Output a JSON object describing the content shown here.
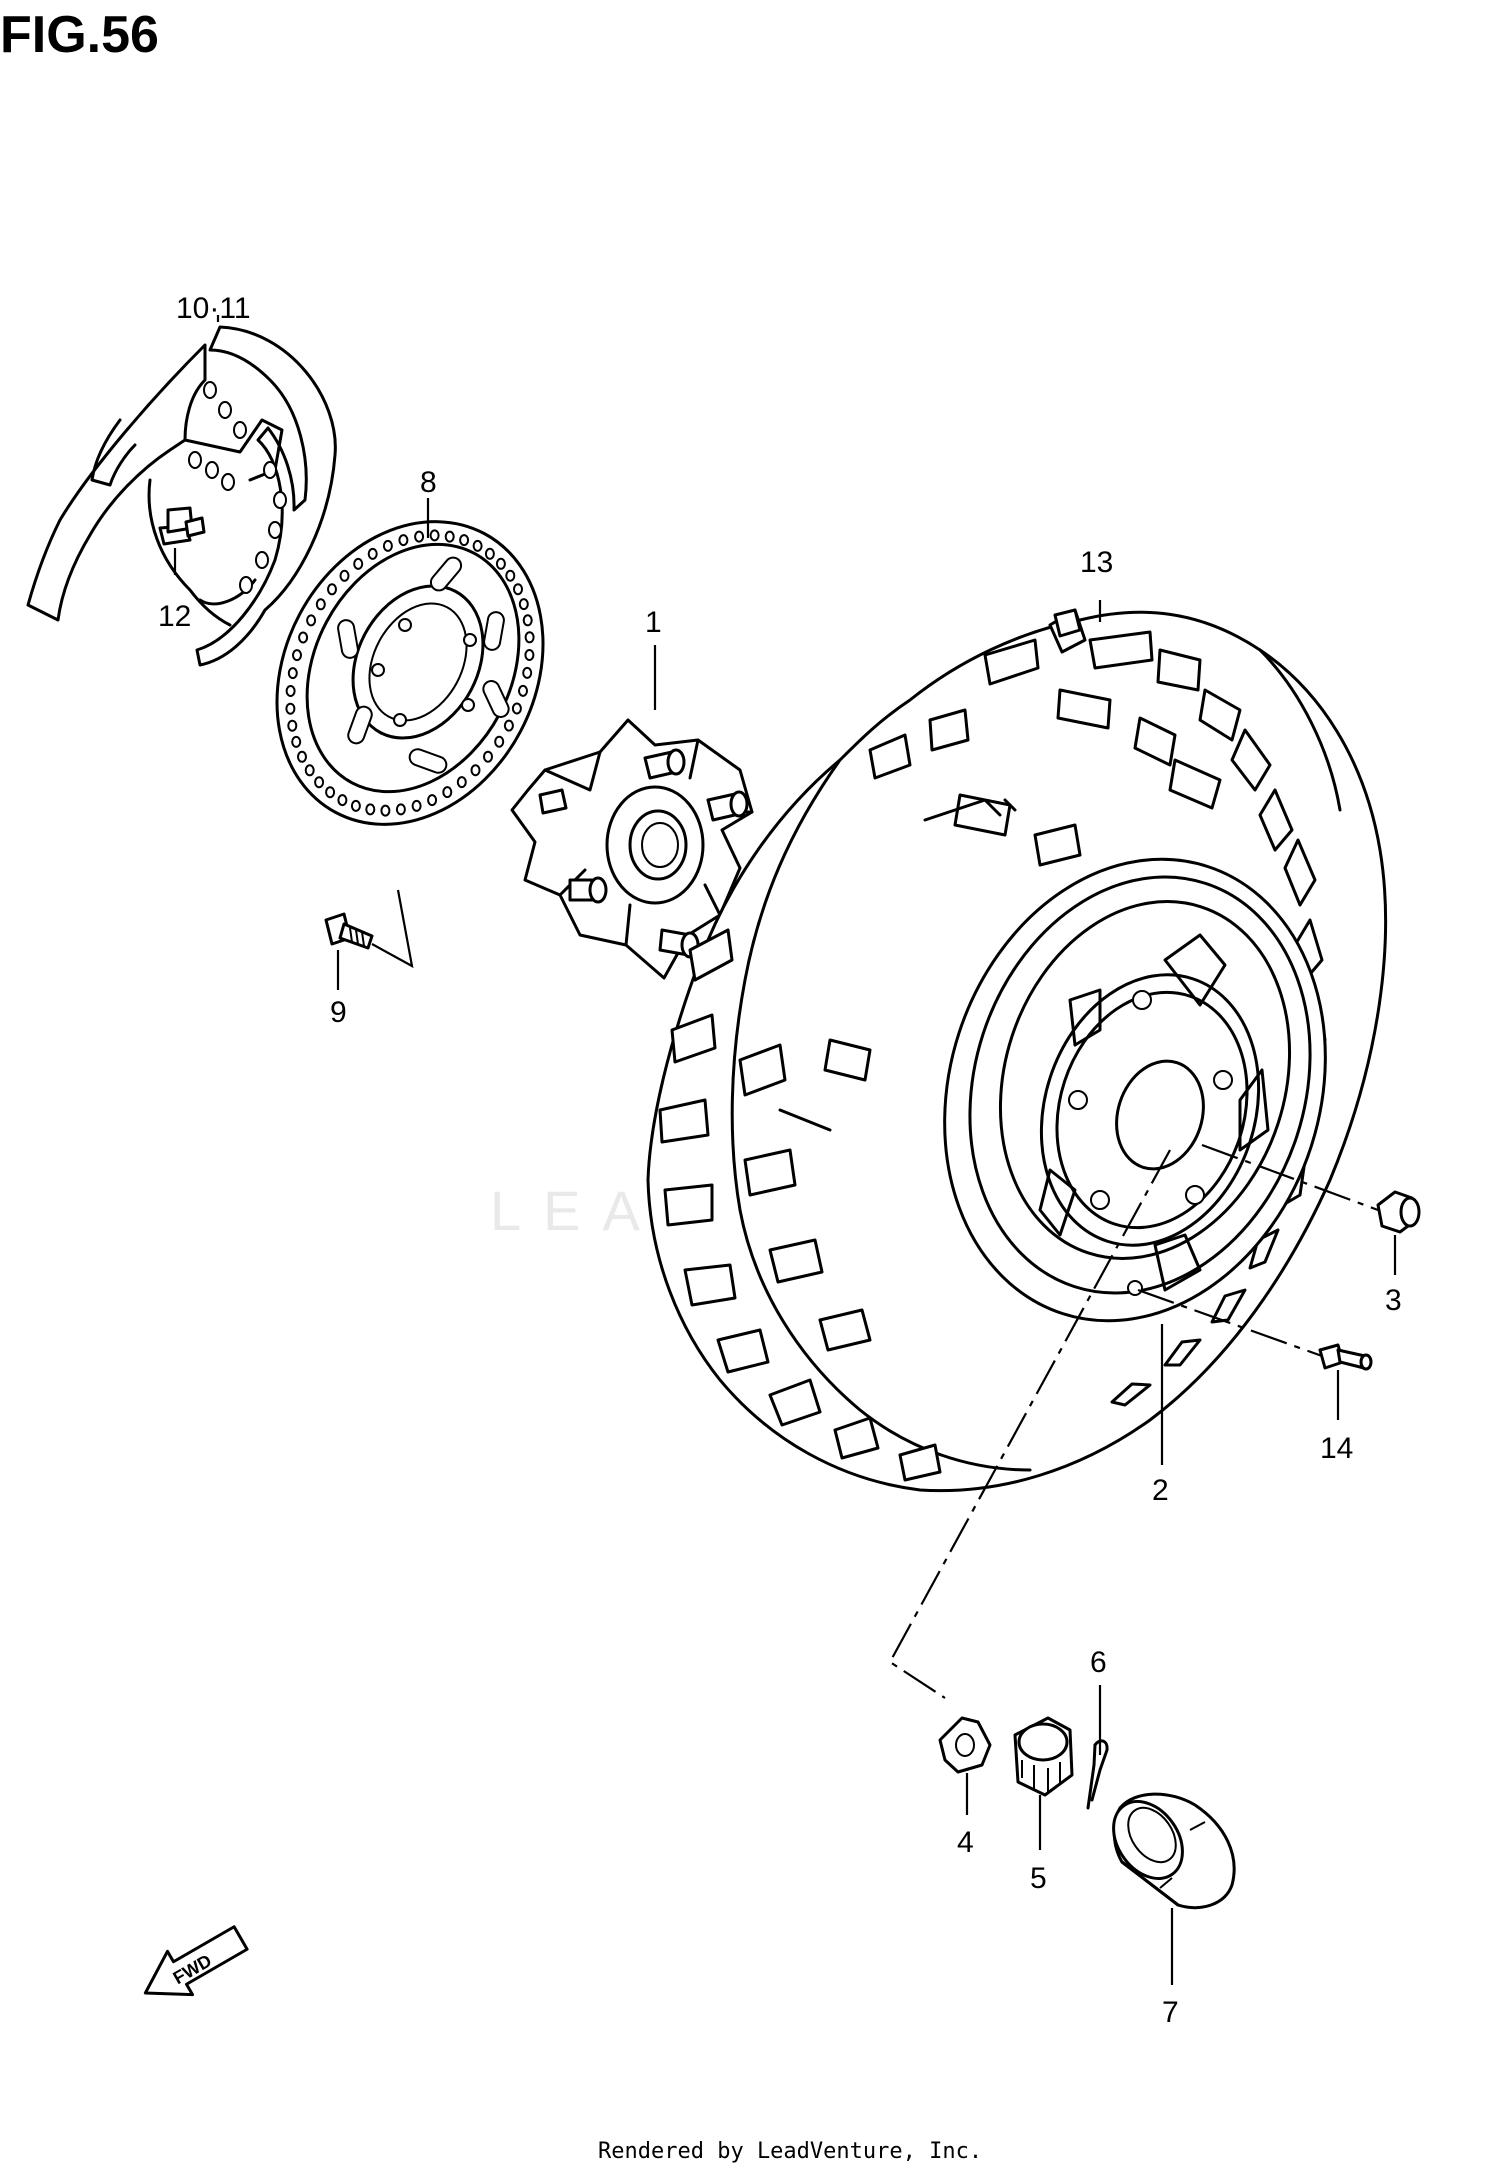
{
  "figure": {
    "title": "FIG.56",
    "footer": "Rendered by LeadVenture, Inc.",
    "watermark": "LEADVENTURE",
    "direction_tag": "FWD"
  },
  "parts": [
    {
      "ref": "10·11",
      "part": "brake-disc-cover"
    },
    {
      "ref": "8",
      "part": "brake-disc"
    },
    {
      "ref": "12",
      "part": "cover-bolt"
    },
    {
      "ref": "1",
      "part": "wheel-hub"
    },
    {
      "ref": "13",
      "part": "tire"
    },
    {
      "ref": "9",
      "part": "disc-bolt"
    },
    {
      "ref": "3",
      "part": "wheel-nut"
    },
    {
      "ref": "2",
      "part": "wheel-rim"
    },
    {
      "ref": "14",
      "part": "valve-stem"
    },
    {
      "ref": "6",
      "part": "cotter-pin"
    },
    {
      "ref": "4",
      "part": "washer"
    },
    {
      "ref": "5",
      "part": "castle-nut"
    },
    {
      "ref": "7",
      "part": "hub-cap"
    }
  ],
  "icons": [
    "fwd-arrow-icon",
    "leadventure-logo-icon"
  ]
}
